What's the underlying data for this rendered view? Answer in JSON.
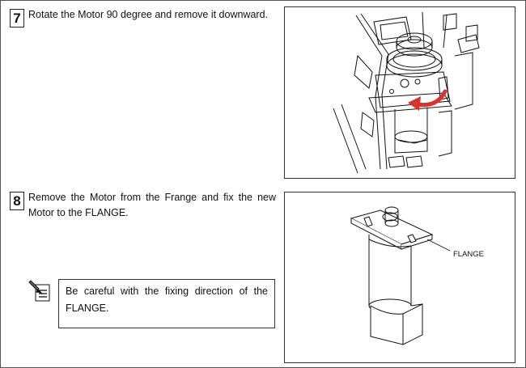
{
  "steps": [
    {
      "number": "7",
      "text": "Rotate the Motor 90 degree and remove it downward."
    },
    {
      "number": "8",
      "text": "Remove the Motor from the Frange and fix the new Motor to the FLANGE."
    }
  ],
  "note": {
    "icon": "note-icon",
    "text": "Be careful with the fixing direction of the FLANGE."
  },
  "figure2": {
    "callout": "FLANGE"
  },
  "colors": {
    "arrow": "#e0302a",
    "line": "#111111"
  }
}
